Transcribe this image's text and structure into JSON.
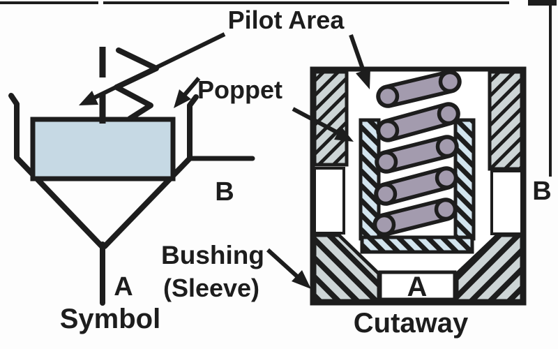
{
  "annotations": {
    "pilot_area": "Pilot Area",
    "poppet": "Poppet",
    "bushing": "Bushing",
    "bushing_sleeve": "(Sleeve)"
  },
  "captions": {
    "symbol": "Symbol",
    "cutaway": "Cutaway"
  },
  "ports": {
    "symbol_a": "A",
    "symbol_b": "B",
    "cutaway_a": "A",
    "cutaway_b": "B"
  },
  "colors": {
    "line": "#1d1d1d",
    "poppet_fill": "#c6d9e4",
    "bushing_fill": "#d2e4ee",
    "body_fill": "#cdd5d6",
    "spring_fill": "#a39bae",
    "background": "#fdfdfd"
  }
}
